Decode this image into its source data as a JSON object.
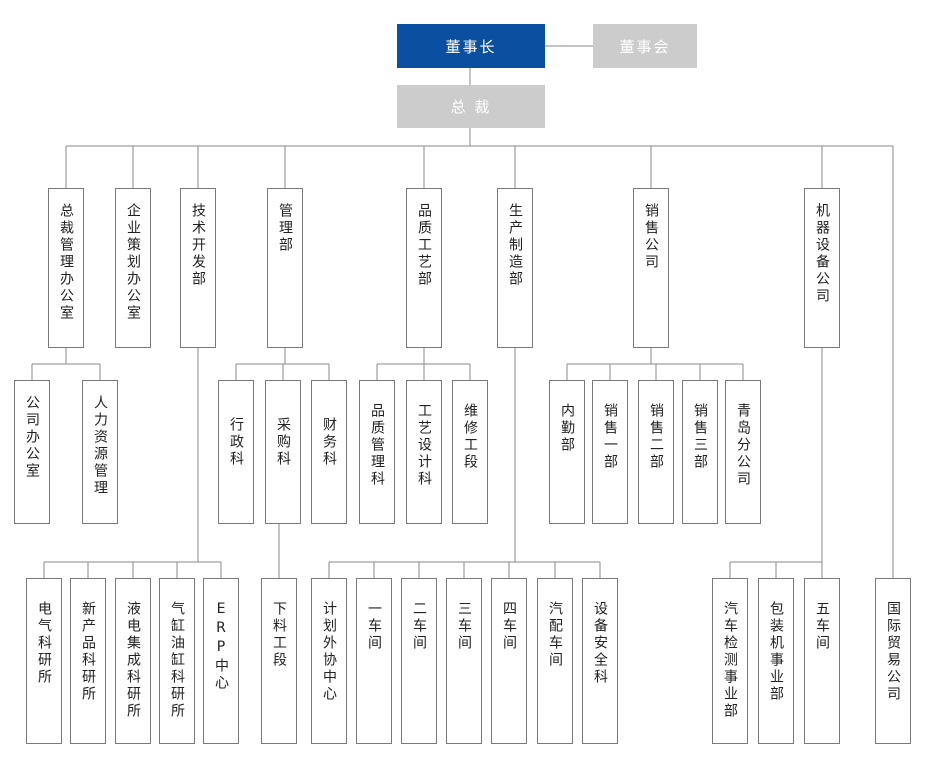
{
  "chairman": "董事长",
  "board": "董事会",
  "president": "总 裁",
  "departments": {
    "d1": "总裁管理办公室",
    "d2": "企业策划办公室",
    "d3": "技术开发部",
    "d4": "管理部",
    "d5": "品质工艺部",
    "d6": "生产制造部",
    "d7": "销售公司",
    "d8": "机器设备公司"
  },
  "sub": {
    "s1": "公司办公室",
    "s2": "人力资源管理",
    "s3": "行政科",
    "s4": "采购科",
    "s5": "财务科",
    "s6": "品质管理科",
    "s7": "工艺设计科",
    "s8": "维修工段",
    "s9": "内勤部",
    "s10": "销售一部",
    "s11": "销售二部",
    "s12": "销售三部",
    "s13": "青岛分公司"
  },
  "bottom": {
    "b1": "电气科研所",
    "b2": "新产品科研所",
    "b3": "液电集成科研所",
    "b4": "气缸油缸科研所",
    "b5": "ERP中心",
    "b6": "下料工段",
    "b7": "计划外协中心",
    "b8": "一车间",
    "b9": "二车间",
    "b10": "三车间",
    "b11": "四车间",
    "b12": "汽配车间",
    "b13": "设备安全科",
    "b14": "汽车检测事业部",
    "b15": "包装机事业部",
    "b16": "五车间",
    "b17": "国际贸易公司"
  },
  "colors": {
    "chairman": "#0b4fa0",
    "gray_box": "#cccccc",
    "line": "#8a8a8a"
  }
}
